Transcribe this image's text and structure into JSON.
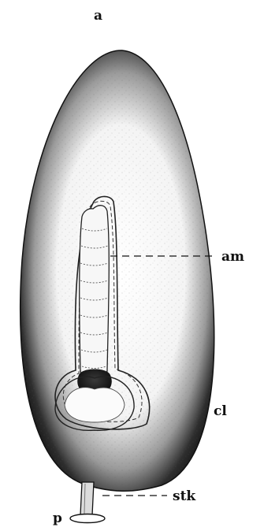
{
  "figure": {
    "panel_label": "a",
    "labels": {
      "am": "am",
      "cl": "cl",
      "stk": "stk",
      "p": "p"
    }
  },
  "colors": {
    "ink": "#111111",
    "paper": "#ffffff"
  }
}
